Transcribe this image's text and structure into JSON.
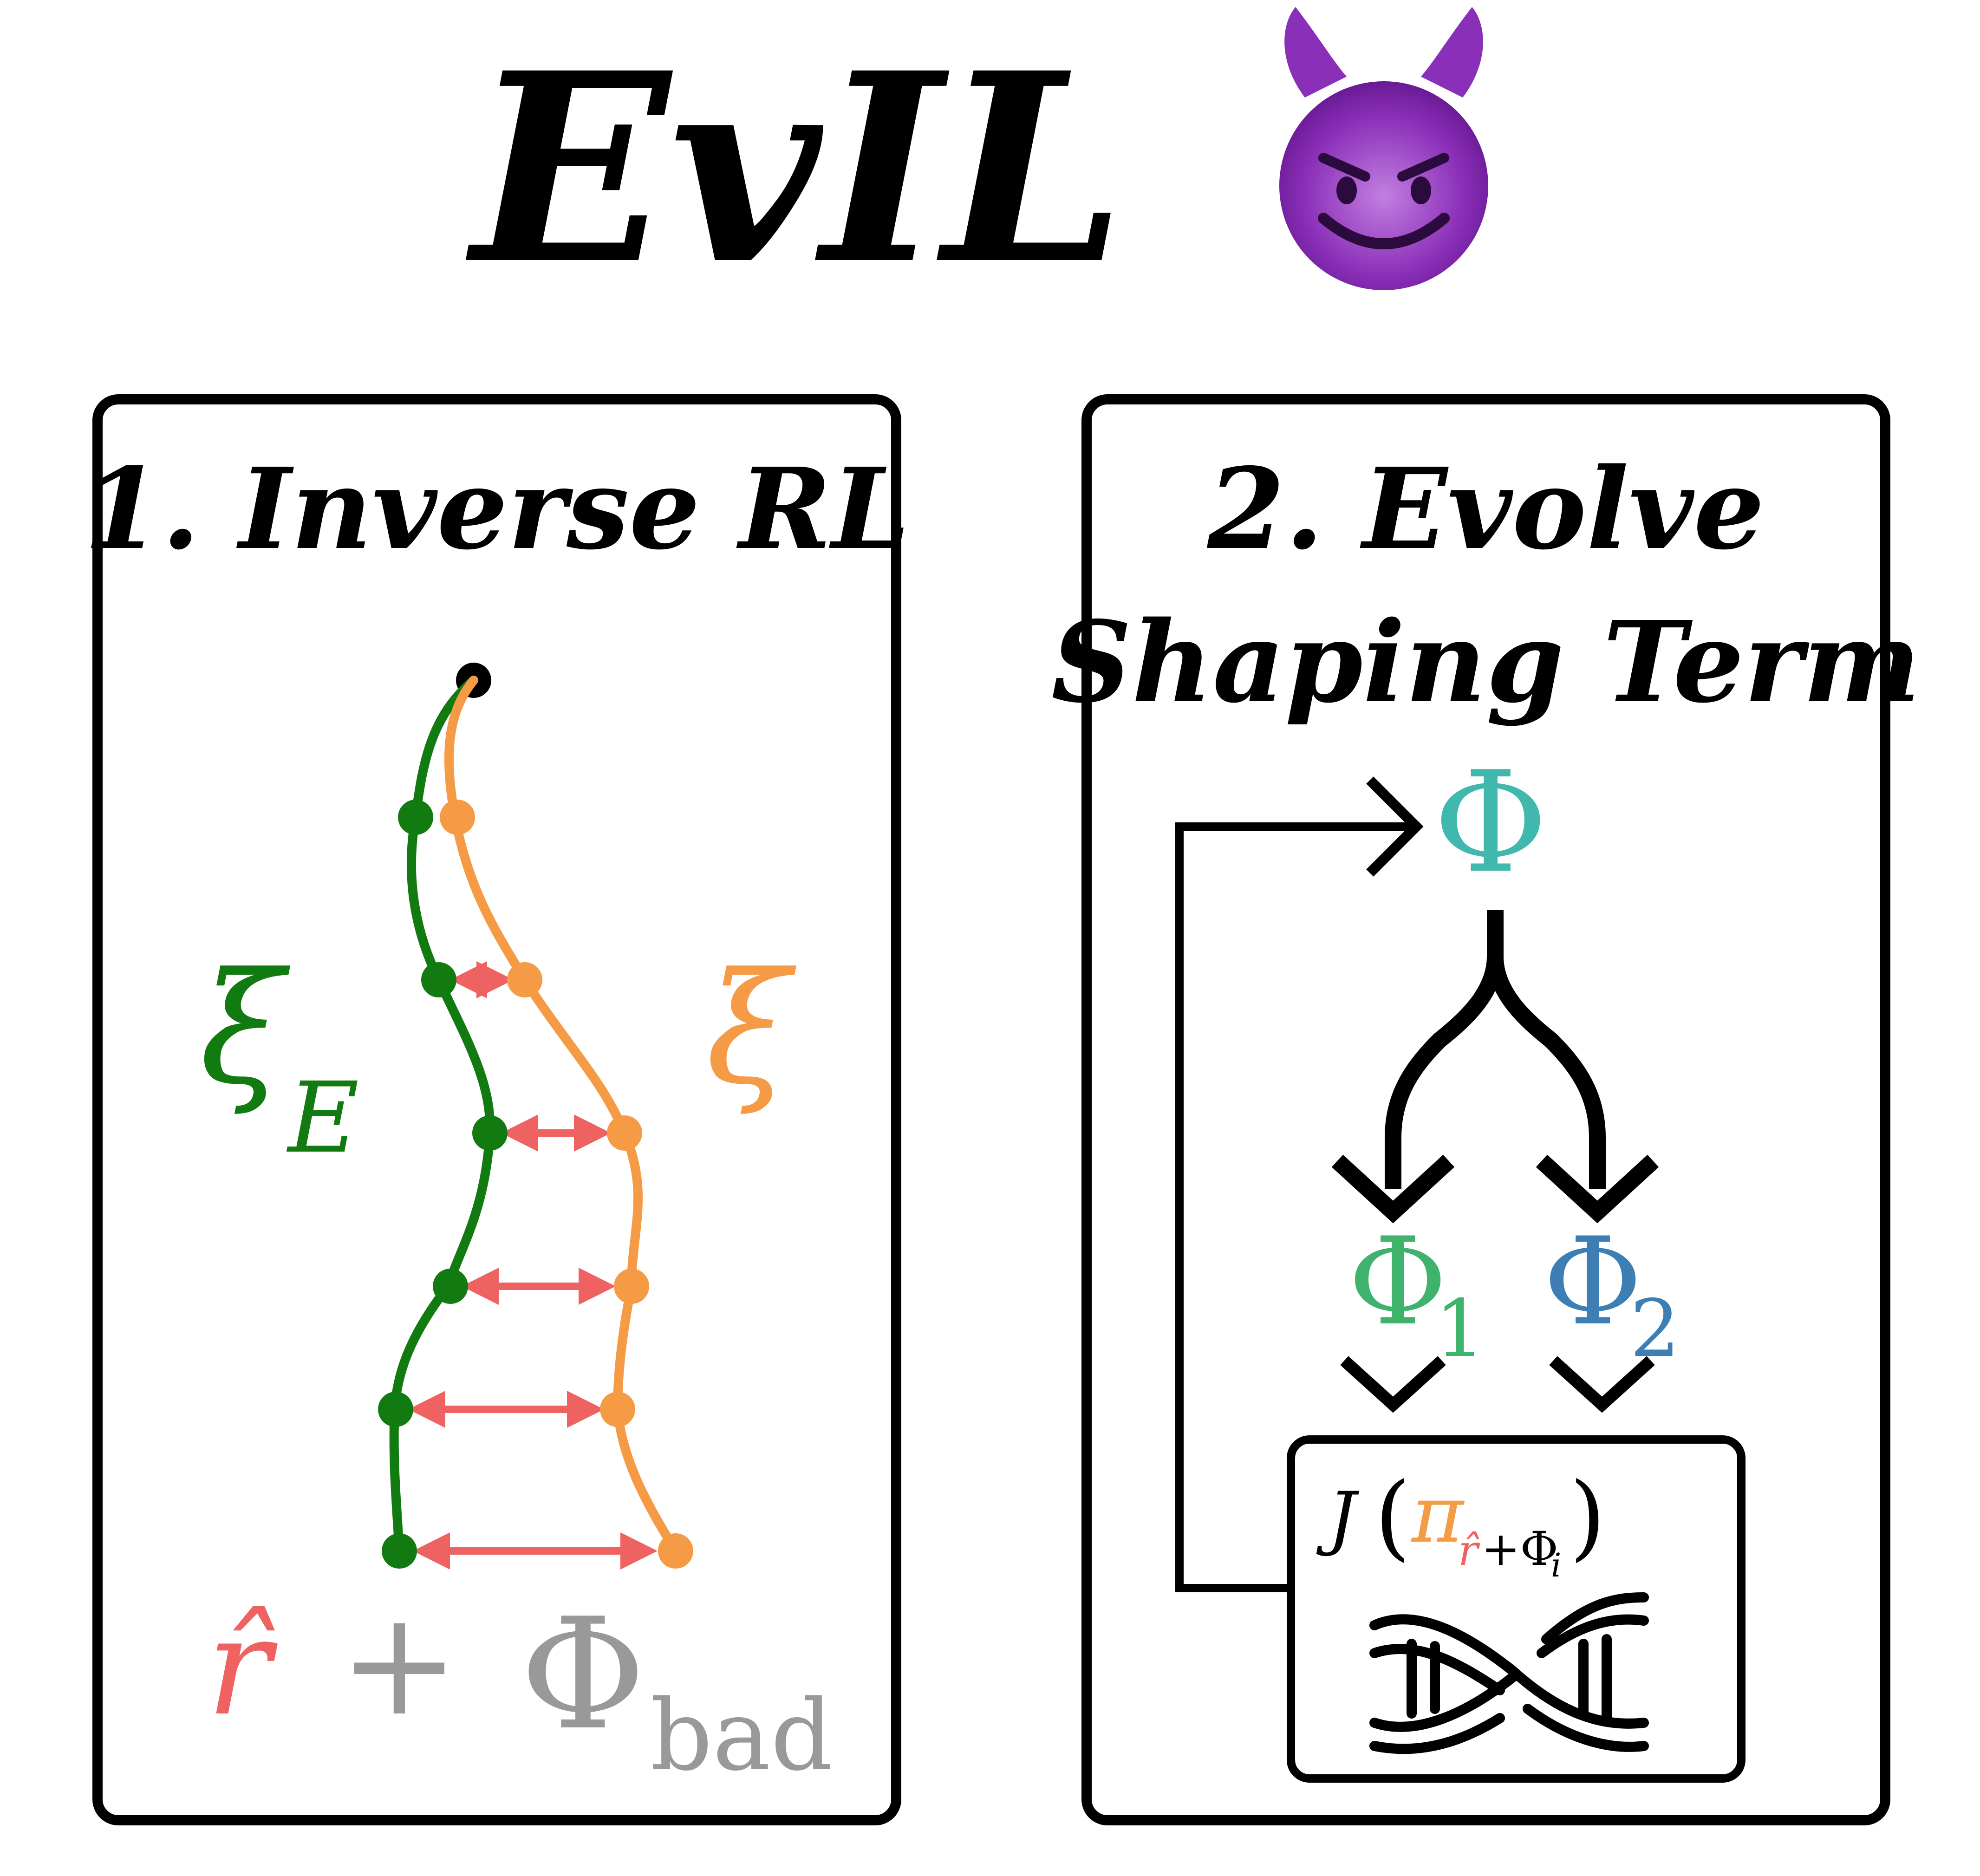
{
  "title": "EvIL",
  "emoji_icon": "smiling-devil-face-icon",
  "panel_left": {
    "heading": "1. Inverse RL",
    "label_expert": "ξ",
    "label_expert_sub": "E",
    "label_policy": "ξ",
    "formula_r": "r̂",
    "formula_plus": "+",
    "formula_phi": "Φ",
    "formula_phi_sub": "bad"
  },
  "panel_right": {
    "heading_line1": "2. Evolve",
    "heading_line2": "Shaping Term",
    "phi": "Φ",
    "phi1": "Φ",
    "phi1_sub": "1",
    "phi2": "Φ",
    "phi2_sub": "2",
    "objective": {
      "J": "J",
      "open": "(",
      "pi": "π",
      "sub_r": "r̂",
      "sub_plus": "+Φ",
      "sub_i": "i",
      "close": ")"
    },
    "dna_icon": "dna-helix-icon"
  },
  "colors": {
    "expert": "#117a11",
    "policy": "#f59a45",
    "arrow": "#ef6262",
    "phi": "#41b8ad",
    "phi1": "#3fb36c",
    "phi2": "#3d7fb5",
    "bad": "#999999",
    "ink": "#000000"
  }
}
